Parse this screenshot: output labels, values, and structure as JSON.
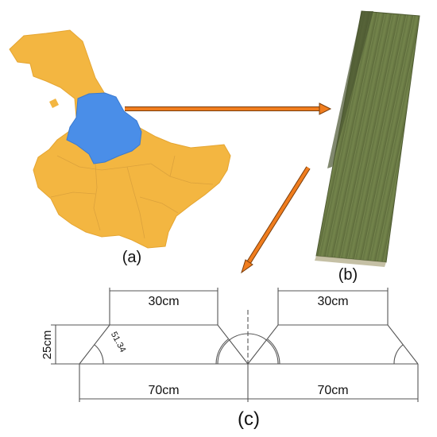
{
  "panels": {
    "a_label": "(a)",
    "b_label": "(b)",
    "c_label": "(c)"
  },
  "dimensions": {
    "top_width_left": "30cm",
    "top_width_right": "30cm",
    "height": "25cm",
    "bottom_width_left": "70cm",
    "bottom_width_right": "70cm",
    "slope_angle": "51.34"
  },
  "colors": {
    "province_fill": "#f3b641",
    "highlight_region": "#4a8ee8",
    "arrow": "#f07d1e",
    "field_green": "#6f7f48",
    "line": "#555555"
  },
  "icons": {
    "map": "province-map-icon",
    "field": "aerial-field-image"
  }
}
